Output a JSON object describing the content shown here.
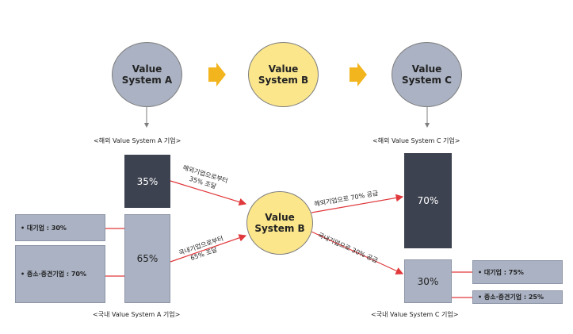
{
  "systems": {
    "a": {
      "line1": "Value",
      "line2": "System  A"
    },
    "b": {
      "line1": "Value",
      "line2": "System  B"
    },
    "c": {
      "line1": "Value",
      "line2": "System  C"
    }
  },
  "center_node": {
    "line1": "Value",
    "line2": "System  B"
  },
  "captions": {
    "overseas_a": "<해외 Value System A 기업>",
    "overseas_c": "<해외 Value System C 기업>",
    "domestic_a": "<국내 Value System A 기업>",
    "domestic_c": "<국내 Value System C 기업>"
  },
  "boxes": {
    "a_overseas": "35%",
    "a_domestic": "65%",
    "c_overseas": "70%",
    "c_domestic": "30%"
  },
  "side_labels": {
    "left_large": "• 대기업 : 30%",
    "left_sme": "• 중소·중견기업 : 70%",
    "right_large": "• 대기업 : 75%",
    "right_sme": "• 중소·중견기업 : 25%"
  },
  "flows": {
    "from_overseas": {
      "line1": "해외기업으로부터",
      "line2": "35% 조달"
    },
    "from_domestic": {
      "line1": "국내기업으로부터",
      "line2": "65% 조달"
    },
    "to_overseas": "해외기업으로 70% 공급",
    "to_domestic": "국내기업으로 30% 공급"
  },
  "colors": {
    "gray_node": "#aab2c3",
    "yellow_node": "#fbe68c",
    "dark_box": "#3d4250",
    "arrow_red": "#e0383b",
    "chevron": "#f2b51e"
  }
}
